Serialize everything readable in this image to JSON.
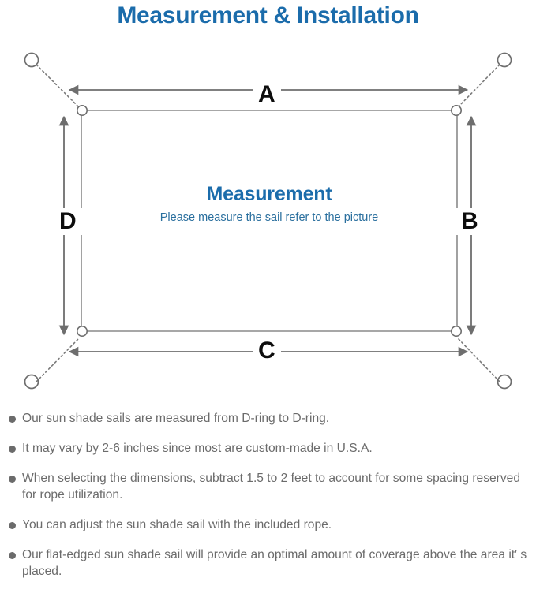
{
  "title": "Measurement & Installation",
  "colors": {
    "title_blue": "#1b6cab",
    "sail_label_blue": "#1b6cab",
    "sail_sub_blue": "#2a6f9e",
    "line_gray": "#6e6e6e",
    "text_gray": "#6b6b6b",
    "label_black": "#0d0d0d",
    "background": "#ffffff"
  },
  "diagram": {
    "sail_title": "Measurement",
    "sail_subtitle": "Please measure the sail refer to the picture",
    "dimension_labels": {
      "top": "A",
      "right": "B",
      "bottom": "C",
      "left": "D"
    },
    "anchors": 4,
    "d_rings": 4
  },
  "notes": [
    "Our sun shade sails are measured from D-ring to D-ring.",
    "It may vary by 2-6 inches since most are custom-made in U.S.A.",
    "When selecting the dimensions, subtract 1.5 to 2 feet to account for some spacing reserved for rope utilization.",
    "You can adjust the sun shade sail with the included rope.",
    "Our flat-edged sun shade sail will provide an optimal amount of coverage above the area it′  s placed."
  ]
}
